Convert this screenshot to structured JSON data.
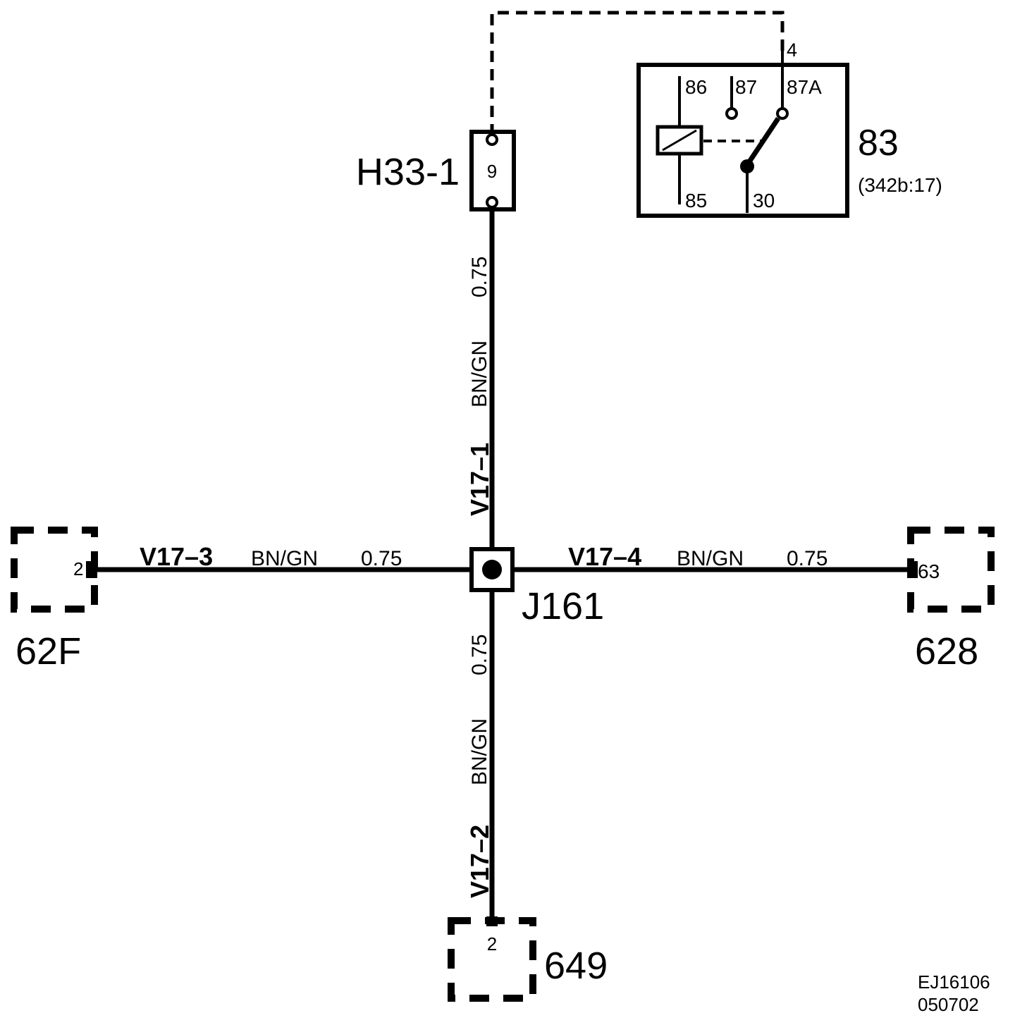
{
  "relay": {
    "id": "83",
    "ref": "(342b:17)",
    "pin_top": "4",
    "pins": {
      "p86": "86",
      "p87": "87",
      "p87a": "87A",
      "p85": "85",
      "p30": "30"
    }
  },
  "fuse": {
    "id": "H33-1",
    "number": "9"
  },
  "splice": {
    "id": "J161"
  },
  "wires": {
    "v17_1": {
      "id": "V17–1",
      "color": "BN/GN",
      "size": "0.75"
    },
    "v17_2": {
      "id": "V17–2",
      "color": "BN/GN",
      "size": "0.75"
    },
    "v17_3": {
      "id": "V17–3",
      "color": "BN/GN",
      "size": "0.75"
    },
    "v17_4": {
      "id": "V17–4",
      "color": "BN/GN",
      "size": "0.75"
    }
  },
  "connectors": {
    "left": {
      "id": "62F",
      "pin": "2"
    },
    "right": {
      "id": "628",
      "pin": "63"
    },
    "bottom": {
      "id": "649",
      "pin": "2"
    }
  },
  "footer": {
    "code": "EJ16106",
    "date": "050702"
  }
}
